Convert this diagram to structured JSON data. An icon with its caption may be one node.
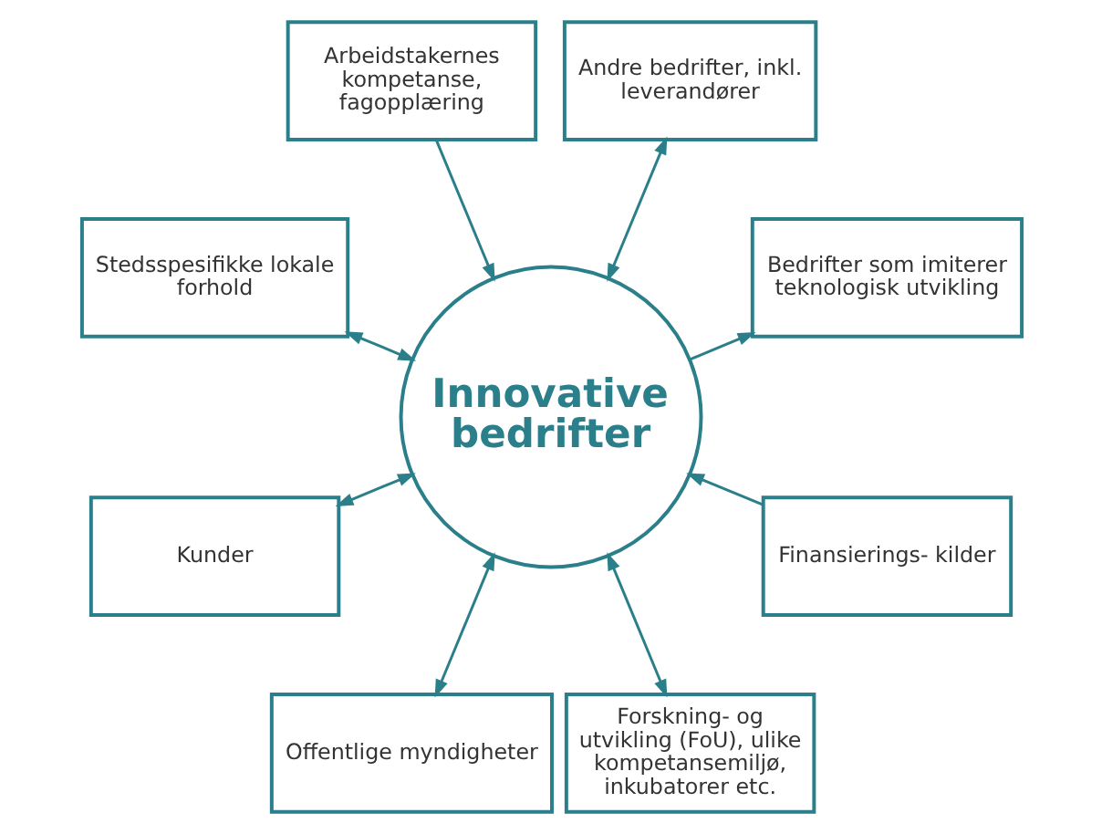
{
  "diagram": {
    "nodes": [
      {
        "text": [
          "Andre bedrifter, inkl. leverandører"
        ]
      },
      {
        "text": [
          "Arbeidstakernes kompetanse, fagopplæring"
        ]
      },
      {
        "text": [
          "Stedsspesifikke lokale forhold"
        ]
      },
      {
        "text": [
          "Kunder"
        ]
      },
      {
        "text": [
          "Innovative bedrifter"
        ]
      },
      {
        "text": [
          "Offentlige myndigheter"
        ]
      },
      {
        "text": [
          "Forskning- og utvikling (FoU), ulike kompetansemiljø, inkubatorer etc."
        ]
      },
      {
        "text": [
          "Finansierings- kilder"
        ]
      },
      {
        "text": [
          "Bedrifter som imiterer teknologisk utvikling"
        ]
      }
    ],
    "edges": [
      {
        "from": 0,
        "to": 4,
        "arrow": "both"
      },
      {
        "from": 1,
        "to": 4,
        "arrow": "to"
      },
      {
        "from": 2,
        "to": 4,
        "arrow": "both"
      },
      {
        "from": 3,
        "to": 4,
        "arrow": "both"
      },
      {
        "from": 5,
        "to": 4,
        "arrow": "both"
      },
      {
        "from": 6,
        "to": 4,
        "arrow": "both"
      },
      {
        "from": 7,
        "to": 4,
        "arrow": "to"
      },
      {
        "from": 4,
        "to": 8,
        "arrow": "to"
      }
    ]
  }
}
